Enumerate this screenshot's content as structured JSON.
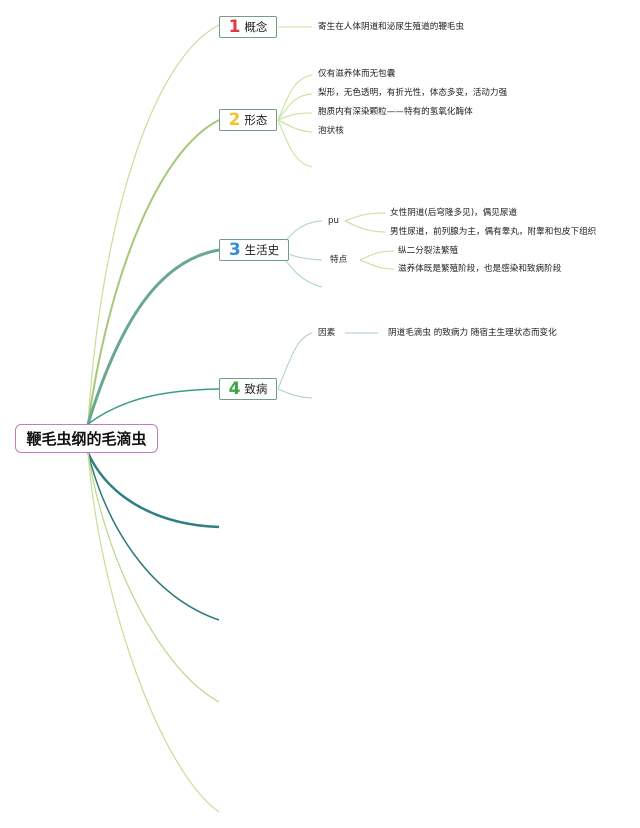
{
  "root": {
    "label": "鞭毛虫纲的毛滴虫"
  },
  "branches": [
    {
      "num": "1",
      "label": "概念",
      "num_color": "#e0383e"
    },
    {
      "num": "2",
      "label": "形态",
      "num_color": "#f2c232"
    },
    {
      "num": "3",
      "label": "生活史",
      "num_color": "#2f8fd8"
    },
    {
      "num": "4",
      "label": "致病",
      "num_color": "#3aa64a"
    }
  ],
  "concept": {
    "text": "寄生在人体阴道和泌尿生殖道的鞭毛虫"
  },
  "morphology": {
    "items": [
      "仅有滋养体而无包囊",
      "梨形，无色透明，有折光性，体态多变，活动力强",
      "胞质内有深染颗粒——特有的氢氧化酶体",
      "泡状核"
    ]
  },
  "lifecycle": {
    "pu_label": "pu",
    "pu_items": [
      "女性阴道(后穹隆多见)，偶见尿道",
      "男性尿道，前列腺为主，偶有睾丸，附睾和包皮下组织"
    ],
    "features_label": "特点",
    "features_items": [
      "纵二分裂法繁殖",
      "滋养体既是繁殖阶段，也是感染和致病阶段"
    ]
  },
  "pathogenesis": {
    "factor_label": "因素",
    "factor_text": "阴道毛滴虫 的致病力 随宿主生理状态而变化"
  },
  "colors": {
    "root_border": "#c879c8",
    "branch_border": "#6f9f86",
    "line_light": "#c8dd98",
    "line_mid": "#a6c878",
    "line_teal": "#3c8c8c",
    "line_green": "#6aa890"
  }
}
